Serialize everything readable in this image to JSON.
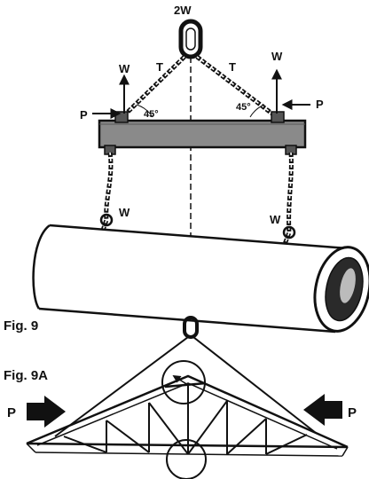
{
  "labels": {
    "top_load": "2W",
    "weight": "W",
    "tension": "T",
    "force": "P",
    "angle": "45°",
    "fig_9": "Fig. 9",
    "fig_9a": "Fig. 9A"
  },
  "colors": {
    "ink": "#111111",
    "beam": "#8a8a8a",
    "pipe_shadow": "#2a2a2a",
    "background": "#ffffff"
  },
  "icons": {
    "arrow_up": "arrow-up-icon",
    "arrow_right": "arrow-right-icon",
    "arrow_left": "arrow-left-icon",
    "force_arrow": "block-arrow-icon"
  }
}
